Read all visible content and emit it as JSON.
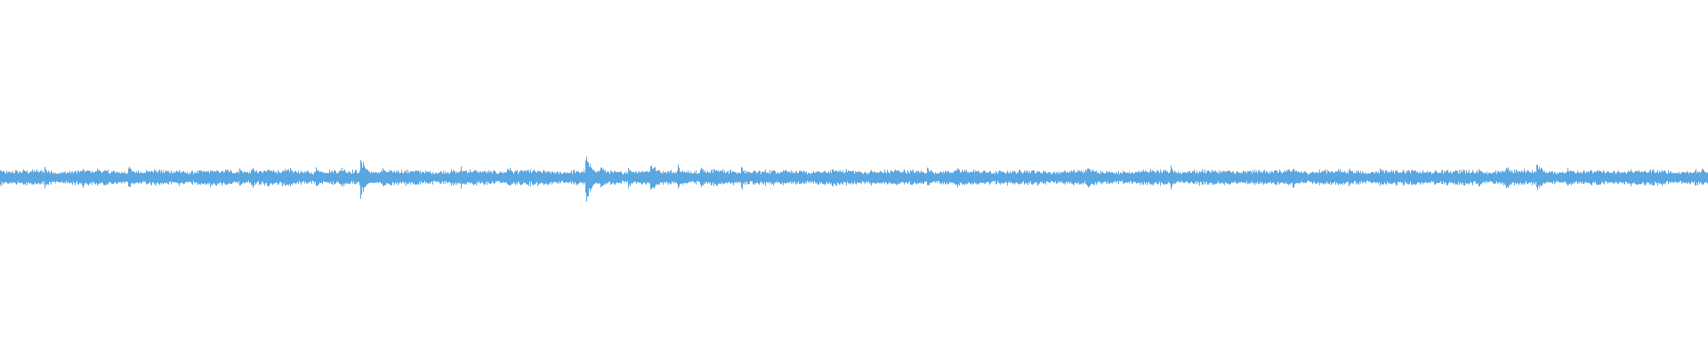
{
  "waveform": {
    "color": "#5aa6e0",
    "background": "#ffffff",
    "peaks": {
      "base_amplitude": 0.022,
      "noise_amplitude": 0.018,
      "transients": [
        {
          "t": 0.0,
          "amp": 0.05
        },
        {
          "t": 0.014,
          "amp": 0.045
        },
        {
          "t": 0.026,
          "amp": 0.07
        },
        {
          "t": 0.048,
          "amp": 0.06
        },
        {
          "t": 0.057,
          "amp": 0.065
        },
        {
          "t": 0.075,
          "amp": 0.065
        },
        {
          "t": 0.09,
          "amp": 0.055
        },
        {
          "t": 0.105,
          "amp": 0.05
        },
        {
          "t": 0.123,
          "amp": 0.06
        },
        {
          "t": 0.14,
          "amp": 0.065
        },
        {
          "t": 0.147,
          "amp": 0.07
        },
        {
          "t": 0.157,
          "amp": 0.055
        },
        {
          "t": 0.17,
          "amp": 0.06
        },
        {
          "t": 0.185,
          "amp": 0.055
        },
        {
          "t": 0.2,
          "amp": 0.06
        },
        {
          "t": 0.211,
          "amp": 0.12
        },
        {
          "t": 0.224,
          "amp": 0.06
        },
        {
          "t": 0.24,
          "amp": 0.05
        },
        {
          "t": 0.27,
          "amp": 0.065
        },
        {
          "t": 0.297,
          "amp": 0.07
        },
        {
          "t": 0.318,
          "amp": 0.05
        },
        {
          "t": 0.343,
          "amp": 0.14
        },
        {
          "t": 0.352,
          "amp": 0.07
        },
        {
          "t": 0.368,
          "amp": 0.065
        },
        {
          "t": 0.381,
          "amp": 0.1
        },
        {
          "t": 0.397,
          "amp": 0.07
        },
        {
          "t": 0.41,
          "amp": 0.06
        },
        {
          "t": 0.418,
          "amp": 0.065
        },
        {
          "t": 0.434,
          "amp": 0.07
        },
        {
          "t": 0.46,
          "amp": 0.05
        },
        {
          "t": 0.488,
          "amp": 0.05
        },
        {
          "t": 0.51,
          "amp": 0.05
        },
        {
          "t": 0.525,
          "amp": 0.055
        },
        {
          "t": 0.543,
          "amp": 0.06
        },
        {
          "t": 0.56,
          "amp": 0.06
        },
        {
          "t": 0.572,
          "amp": 0.055
        },
        {
          "t": 0.585,
          "amp": 0.05
        },
        {
          "t": 0.6,
          "amp": 0.055
        },
        {
          "t": 0.622,
          "amp": 0.045
        },
        {
          "t": 0.637,
          "amp": 0.06
        },
        {
          "t": 0.65,
          "amp": 0.05
        },
        {
          "t": 0.668,
          "amp": 0.05
        },
        {
          "t": 0.686,
          "amp": 0.065
        },
        {
          "t": 0.71,
          "amp": 0.05
        },
        {
          "t": 0.732,
          "amp": 0.045
        },
        {
          "t": 0.757,
          "amp": 0.07
        },
        {
          "t": 0.775,
          "amp": 0.05
        },
        {
          "t": 0.79,
          "amp": 0.06
        },
        {
          "t": 0.808,
          "amp": 0.065
        },
        {
          "t": 0.83,
          "amp": 0.05
        },
        {
          "t": 0.852,
          "amp": 0.045
        },
        {
          "t": 0.866,
          "amp": 0.05
        },
        {
          "t": 0.882,
          "amp": 0.065
        },
        {
          "t": 0.9,
          "amp": 0.09
        },
        {
          "t": 0.918,
          "amp": 0.055
        },
        {
          "t": 0.935,
          "amp": 0.05
        },
        {
          "t": 0.955,
          "amp": 0.045
        },
        {
          "t": 0.975,
          "amp": 0.04
        },
        {
          "t": 0.99,
          "amp": 0.035
        }
      ]
    }
  }
}
